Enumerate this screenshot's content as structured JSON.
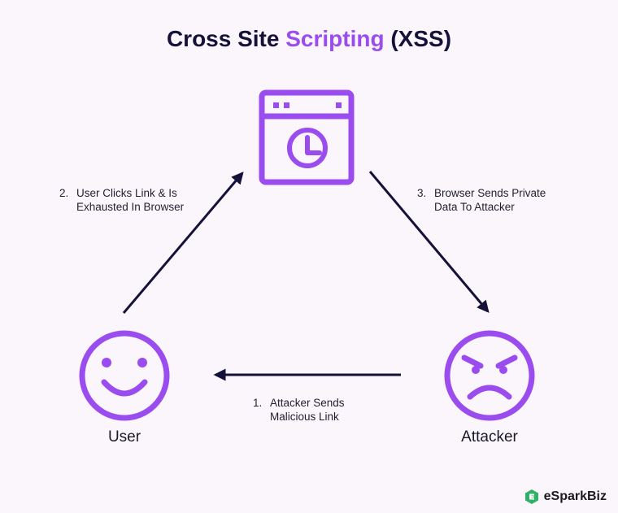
{
  "title": {
    "prefix": "Cross Site ",
    "accent": "Scripting",
    "suffix": " (XSS)"
  },
  "nodes": {
    "browser": "",
    "user": "User",
    "attacker": "Attacker"
  },
  "steps": [
    {
      "number": "1.",
      "text": "Attacker Sends\nMalicious Link"
    },
    {
      "number": "2.",
      "text": "User Clicks Link & Is\nExhausted In Browser"
    },
    {
      "number": "3.",
      "text": "Browser Sends Private\nData To Attacker"
    }
  ],
  "brand": {
    "name": "eSparkBiz"
  },
  "colors": {
    "accent": "#9a4cee",
    "arrow": "#15123a",
    "title": "#15123a",
    "logo": "#2fb168"
  },
  "icons": [
    "browser-window-icon",
    "happy-face-icon",
    "angry-face-icon",
    "esparkbiz-logo-icon"
  ]
}
